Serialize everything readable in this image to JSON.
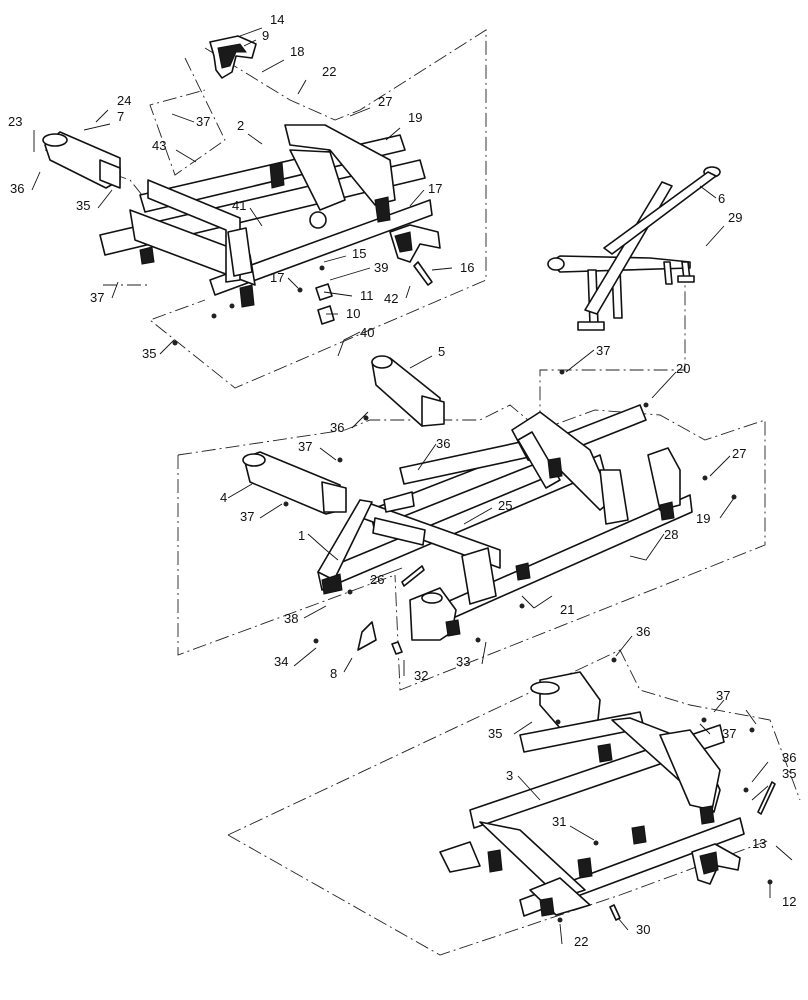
{
  "callouts": [
    {
      "id": "c14",
      "text": "14"
    },
    {
      "id": "c9",
      "text": "9"
    },
    {
      "id": "c18",
      "text": "18"
    },
    {
      "id": "c22a",
      "text": "22"
    },
    {
      "id": "c27a",
      "text": "27"
    },
    {
      "id": "c19a",
      "text": "19"
    },
    {
      "id": "c24",
      "text": "24"
    },
    {
      "id": "c23",
      "text": "23"
    },
    {
      "id": "c7",
      "text": "7"
    },
    {
      "id": "c37a",
      "text": "37"
    },
    {
      "id": "c2",
      "text": "2"
    },
    {
      "id": "c43",
      "text": "43"
    },
    {
      "id": "c36a",
      "text": "36"
    },
    {
      "id": "c35a",
      "text": "35"
    },
    {
      "id": "c41",
      "text": "41"
    },
    {
      "id": "c17a",
      "text": "17"
    },
    {
      "id": "c15",
      "text": "15"
    },
    {
      "id": "c39",
      "text": "39"
    },
    {
      "id": "c16",
      "text": "16"
    },
    {
      "id": "c17b",
      "text": "17"
    },
    {
      "id": "c11",
      "text": "11"
    },
    {
      "id": "c42",
      "text": "42"
    },
    {
      "id": "c37b",
      "text": "37"
    },
    {
      "id": "c10",
      "text": "10"
    },
    {
      "id": "c40",
      "text": "40"
    },
    {
      "id": "c35b",
      "text": "35"
    },
    {
      "id": "c6",
      "text": "6"
    },
    {
      "id": "c29",
      "text": "29"
    },
    {
      "id": "c5",
      "text": "5"
    },
    {
      "id": "c37c",
      "text": "37"
    },
    {
      "id": "c20",
      "text": "20"
    },
    {
      "id": "c36b",
      "text": "36"
    },
    {
      "id": "c37d",
      "text": "37"
    },
    {
      "id": "c36c",
      "text": "36"
    },
    {
      "id": "c27b",
      "text": "27"
    },
    {
      "id": "c4",
      "text": "4"
    },
    {
      "id": "c25",
      "text": "25"
    },
    {
      "id": "c19b",
      "text": "19"
    },
    {
      "id": "c37e",
      "text": "37"
    },
    {
      "id": "c28",
      "text": "28"
    },
    {
      "id": "c1",
      "text": "1"
    },
    {
      "id": "c26",
      "text": "26"
    },
    {
      "id": "c21",
      "text": "21"
    },
    {
      "id": "c38",
      "text": "38"
    },
    {
      "id": "c34",
      "text": "34"
    },
    {
      "id": "c8",
      "text": "8"
    },
    {
      "id": "c32",
      "text": "32"
    },
    {
      "id": "c33",
      "text": "33"
    },
    {
      "id": "c36d",
      "text": "36"
    },
    {
      "id": "c37f",
      "text": "37"
    },
    {
      "id": "c35c",
      "text": "35"
    },
    {
      "id": "c37g",
      "text": "37"
    },
    {
      "id": "c36e",
      "text": "36"
    },
    {
      "id": "c35d",
      "text": "35"
    },
    {
      "id": "c3",
      "text": "3"
    },
    {
      "id": "c31",
      "text": "31"
    },
    {
      "id": "c13",
      "text": "13"
    },
    {
      "id": "c12",
      "text": "12"
    },
    {
      "id": "c22b",
      "text": "22"
    },
    {
      "id": "c30",
      "text": "30"
    }
  ]
}
